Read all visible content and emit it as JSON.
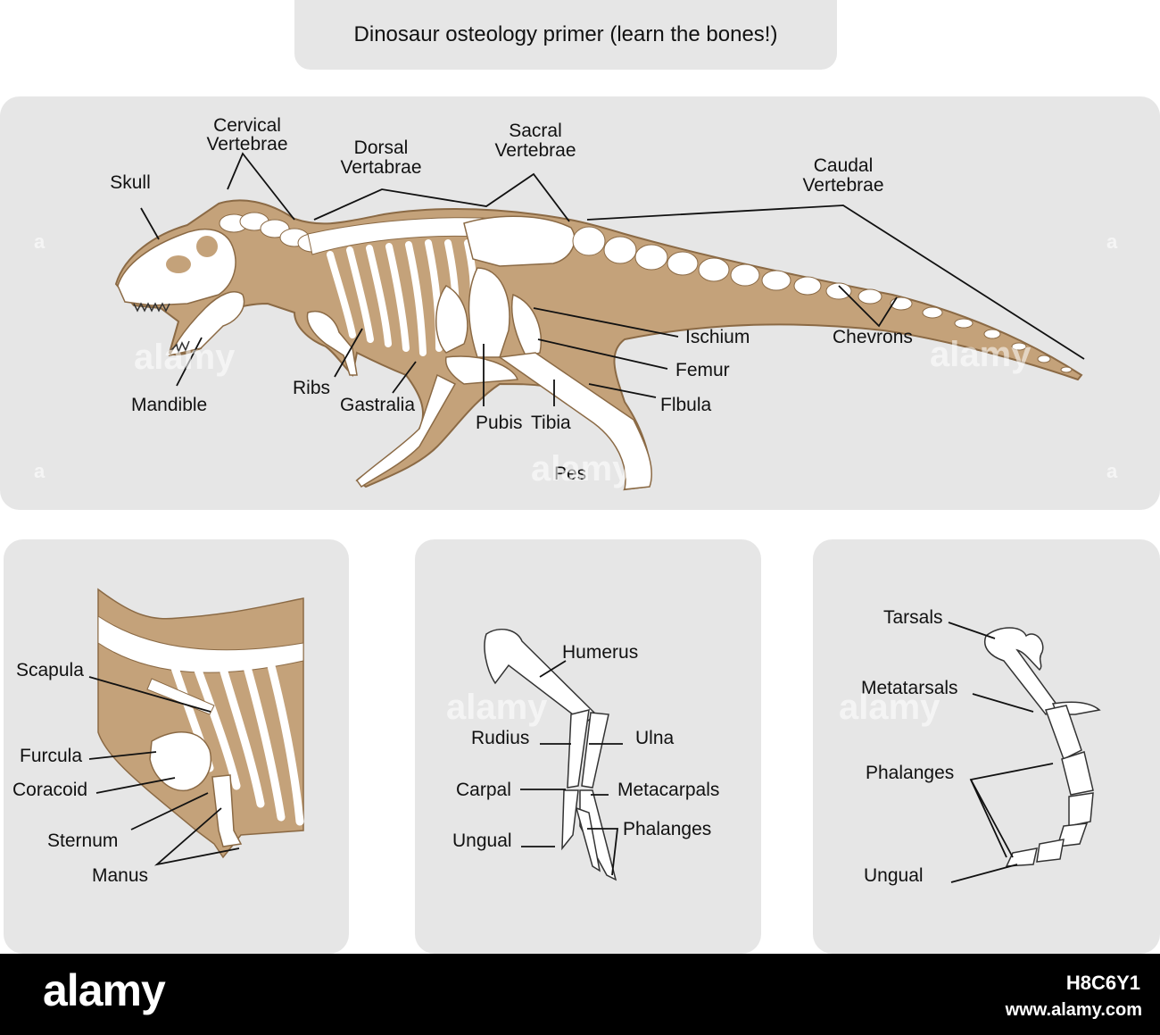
{
  "title": "Dinosaur osteology primer (learn the bones!)",
  "colors": {
    "panel": "#e6e6e6",
    "body_fill": "#c4a27a",
    "bone": "#ffffff",
    "outline": "#8b6a45"
  },
  "main_labels": {
    "skull": "Skull",
    "cervical": [
      "Cervical",
      "Vertebrae"
    ],
    "dorsal": [
      "Dorsal",
      "Vertabrae"
    ],
    "sacral": [
      "Sacral",
      "Vertebrae"
    ],
    "caudal": [
      "Caudal",
      "Vertebrae"
    ],
    "ischium": "Ischium",
    "chevrons": "Chevrons",
    "femur": "Femur",
    "fibula": "Flbula",
    "tibia": "Tibia",
    "pubis": "Pubis",
    "gastralia": "Gastralia",
    "ribs": "Ribs",
    "mandible": "Mandible",
    "pes": "Pes"
  },
  "shoulder_labels": {
    "scapula": "Scapula",
    "furcula": "Furcula",
    "coracoid": "Coracoid",
    "sternum": "Sternum",
    "manus": "Manus"
  },
  "arm_labels": {
    "humerus": "Humerus",
    "radius": "Rudius",
    "ulna": "Ulna",
    "carpal": "Carpal",
    "metacarpals": "Metacarpals",
    "ungual": "Ungual",
    "phalanges": "Phalanges"
  },
  "foot_labels": {
    "tarsals": "Tarsals",
    "metatarsals": "Metatarsals",
    "phalanges": "Phalanges",
    "ungual": "Ungual"
  },
  "footer": {
    "logo": "alamy",
    "image_id": "H8C6Y1",
    "site": "www.alamy.com"
  },
  "watermark": {
    "word": "alamy",
    "letter": "a"
  }
}
